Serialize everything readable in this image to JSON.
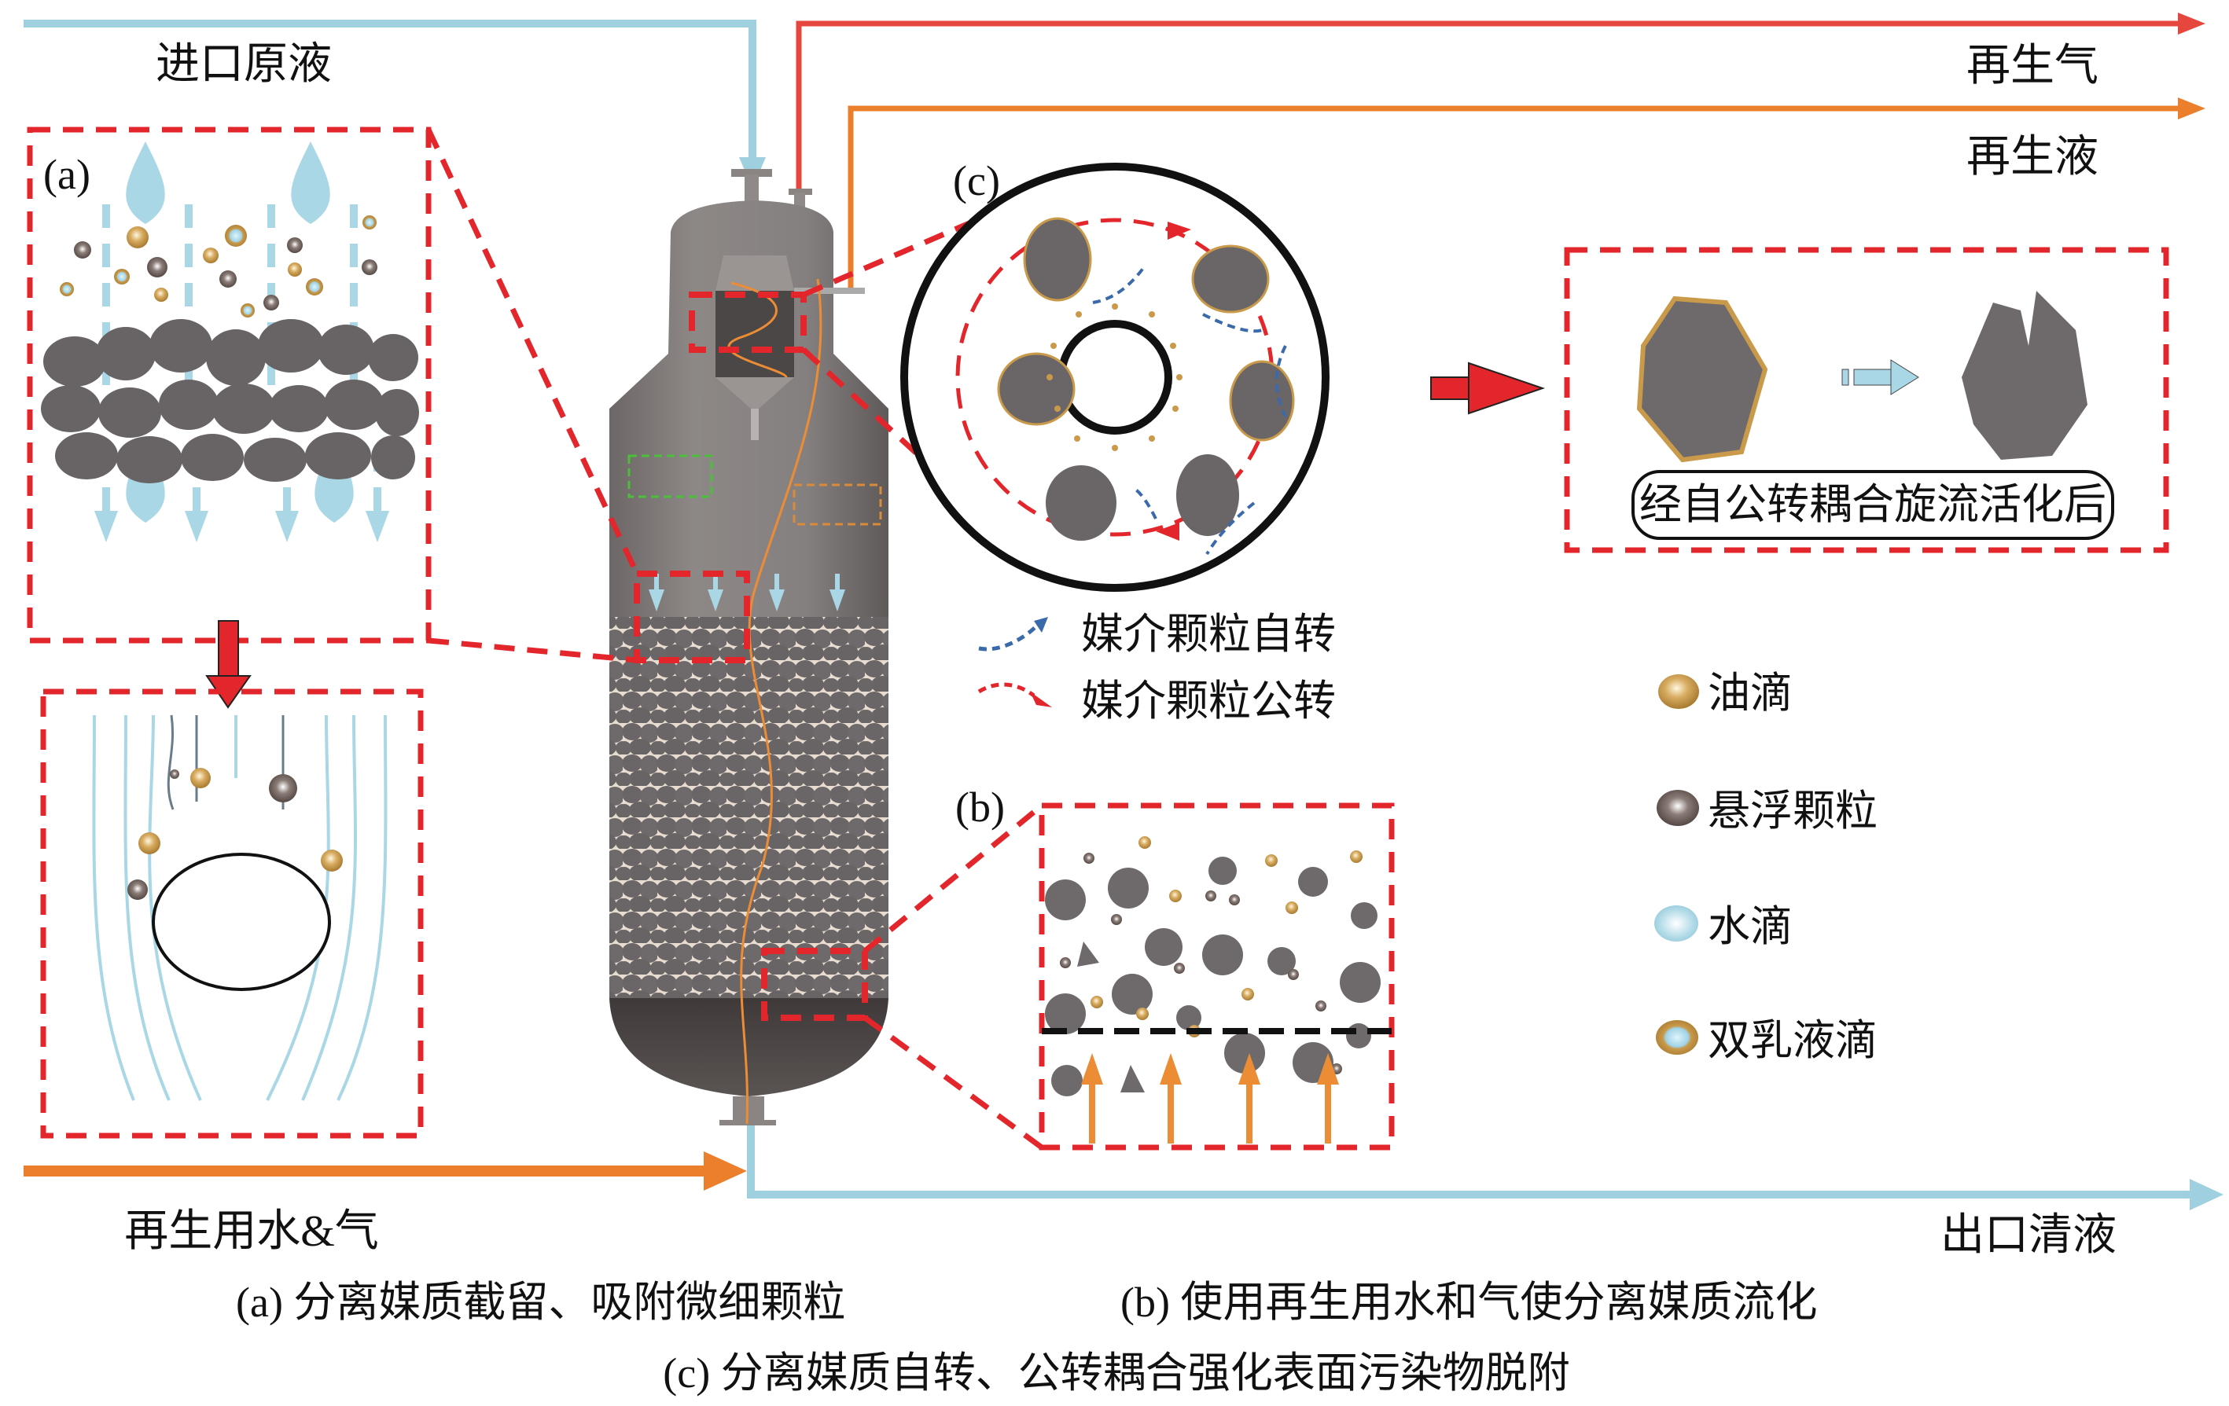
{
  "flows": {
    "inlet": "进口原液",
    "regen_gas": "再生气",
    "regen_liquid": "再生液",
    "regen_water_gas": "再生用水&气",
    "outlet": "出口清液"
  },
  "panels": {
    "a_label": "(a)",
    "b_label": "(b)",
    "c_label": "(c)",
    "activated_caption": "经自公转耦合旋流活化后"
  },
  "rotation_legend": {
    "self_rotation": "媒介颗粒自转",
    "revolution": "媒介颗粒公转"
  },
  "particle_legend": [
    {
      "label": "油滴",
      "kind": "oil"
    },
    {
      "label": "悬浮颗粒",
      "kind": "suspended"
    },
    {
      "label": "水滴",
      "kind": "water"
    },
    {
      "label": "双乳液滴",
      "kind": "double-emulsion"
    }
  ],
  "captions": {
    "a": "(a) 分离媒质截留、吸附微细颗粒",
    "b": "(b) 使用再生用水和气使分离媒质流化",
    "c": "(c) 分离媒质自转、公转耦合强化表面污染物脱附"
  },
  "colors": {
    "inlet_blue": "#9fd0e0",
    "gas_red": "#e5473e",
    "liquid_orange": "#ec7f2c",
    "highlight_red": "#e3262b",
    "media_gray": "#6e6a6b",
    "rotation_blue": "#3b6aab",
    "oil": "#c99a4a",
    "suspended": "#6a5d58",
    "water": "#a8d6e6"
  }
}
